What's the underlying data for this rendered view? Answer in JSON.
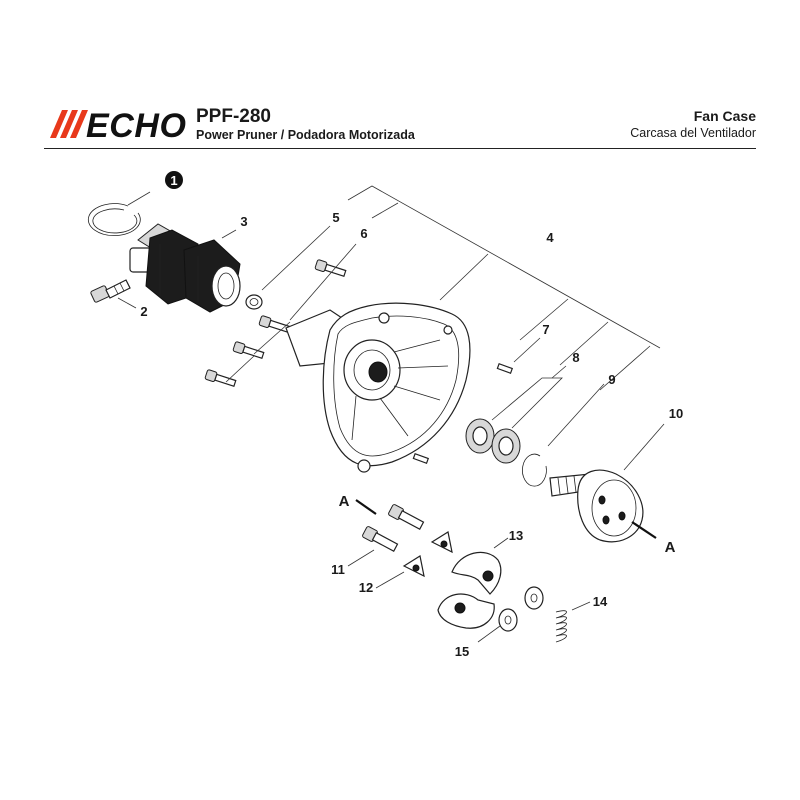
{
  "brand": {
    "logo": "ECHO",
    "accent_color": "#e8391b"
  },
  "header": {
    "model": "PPF-280",
    "subtitle": "Power Pruner / Podadora Motorizada",
    "section_title": "Fan Case",
    "section_title_es": "Carcasa del Ventilador"
  },
  "diagram": {
    "callouts": [
      {
        "id": "1",
        "label": "1",
        "note_badge": true
      },
      {
        "id": "2",
        "label": "2"
      },
      {
        "id": "3",
        "label": "3"
      },
      {
        "id": "4",
        "label": "4"
      },
      {
        "id": "5",
        "label": "5"
      },
      {
        "id": "6",
        "label": "6"
      },
      {
        "id": "7",
        "label": "7"
      },
      {
        "id": "8",
        "label": "8"
      },
      {
        "id": "9",
        "label": "9"
      },
      {
        "id": "10",
        "label": "10"
      },
      {
        "id": "11",
        "label": "11"
      },
      {
        "id": "12",
        "label": "12"
      },
      {
        "id": "13",
        "label": "13"
      },
      {
        "id": "14",
        "label": "14"
      },
      {
        "id": "15",
        "label": "15"
      }
    ],
    "references": [
      {
        "id": "A-left",
        "label": "A"
      },
      {
        "id": "A-right",
        "label": "A"
      }
    ]
  }
}
